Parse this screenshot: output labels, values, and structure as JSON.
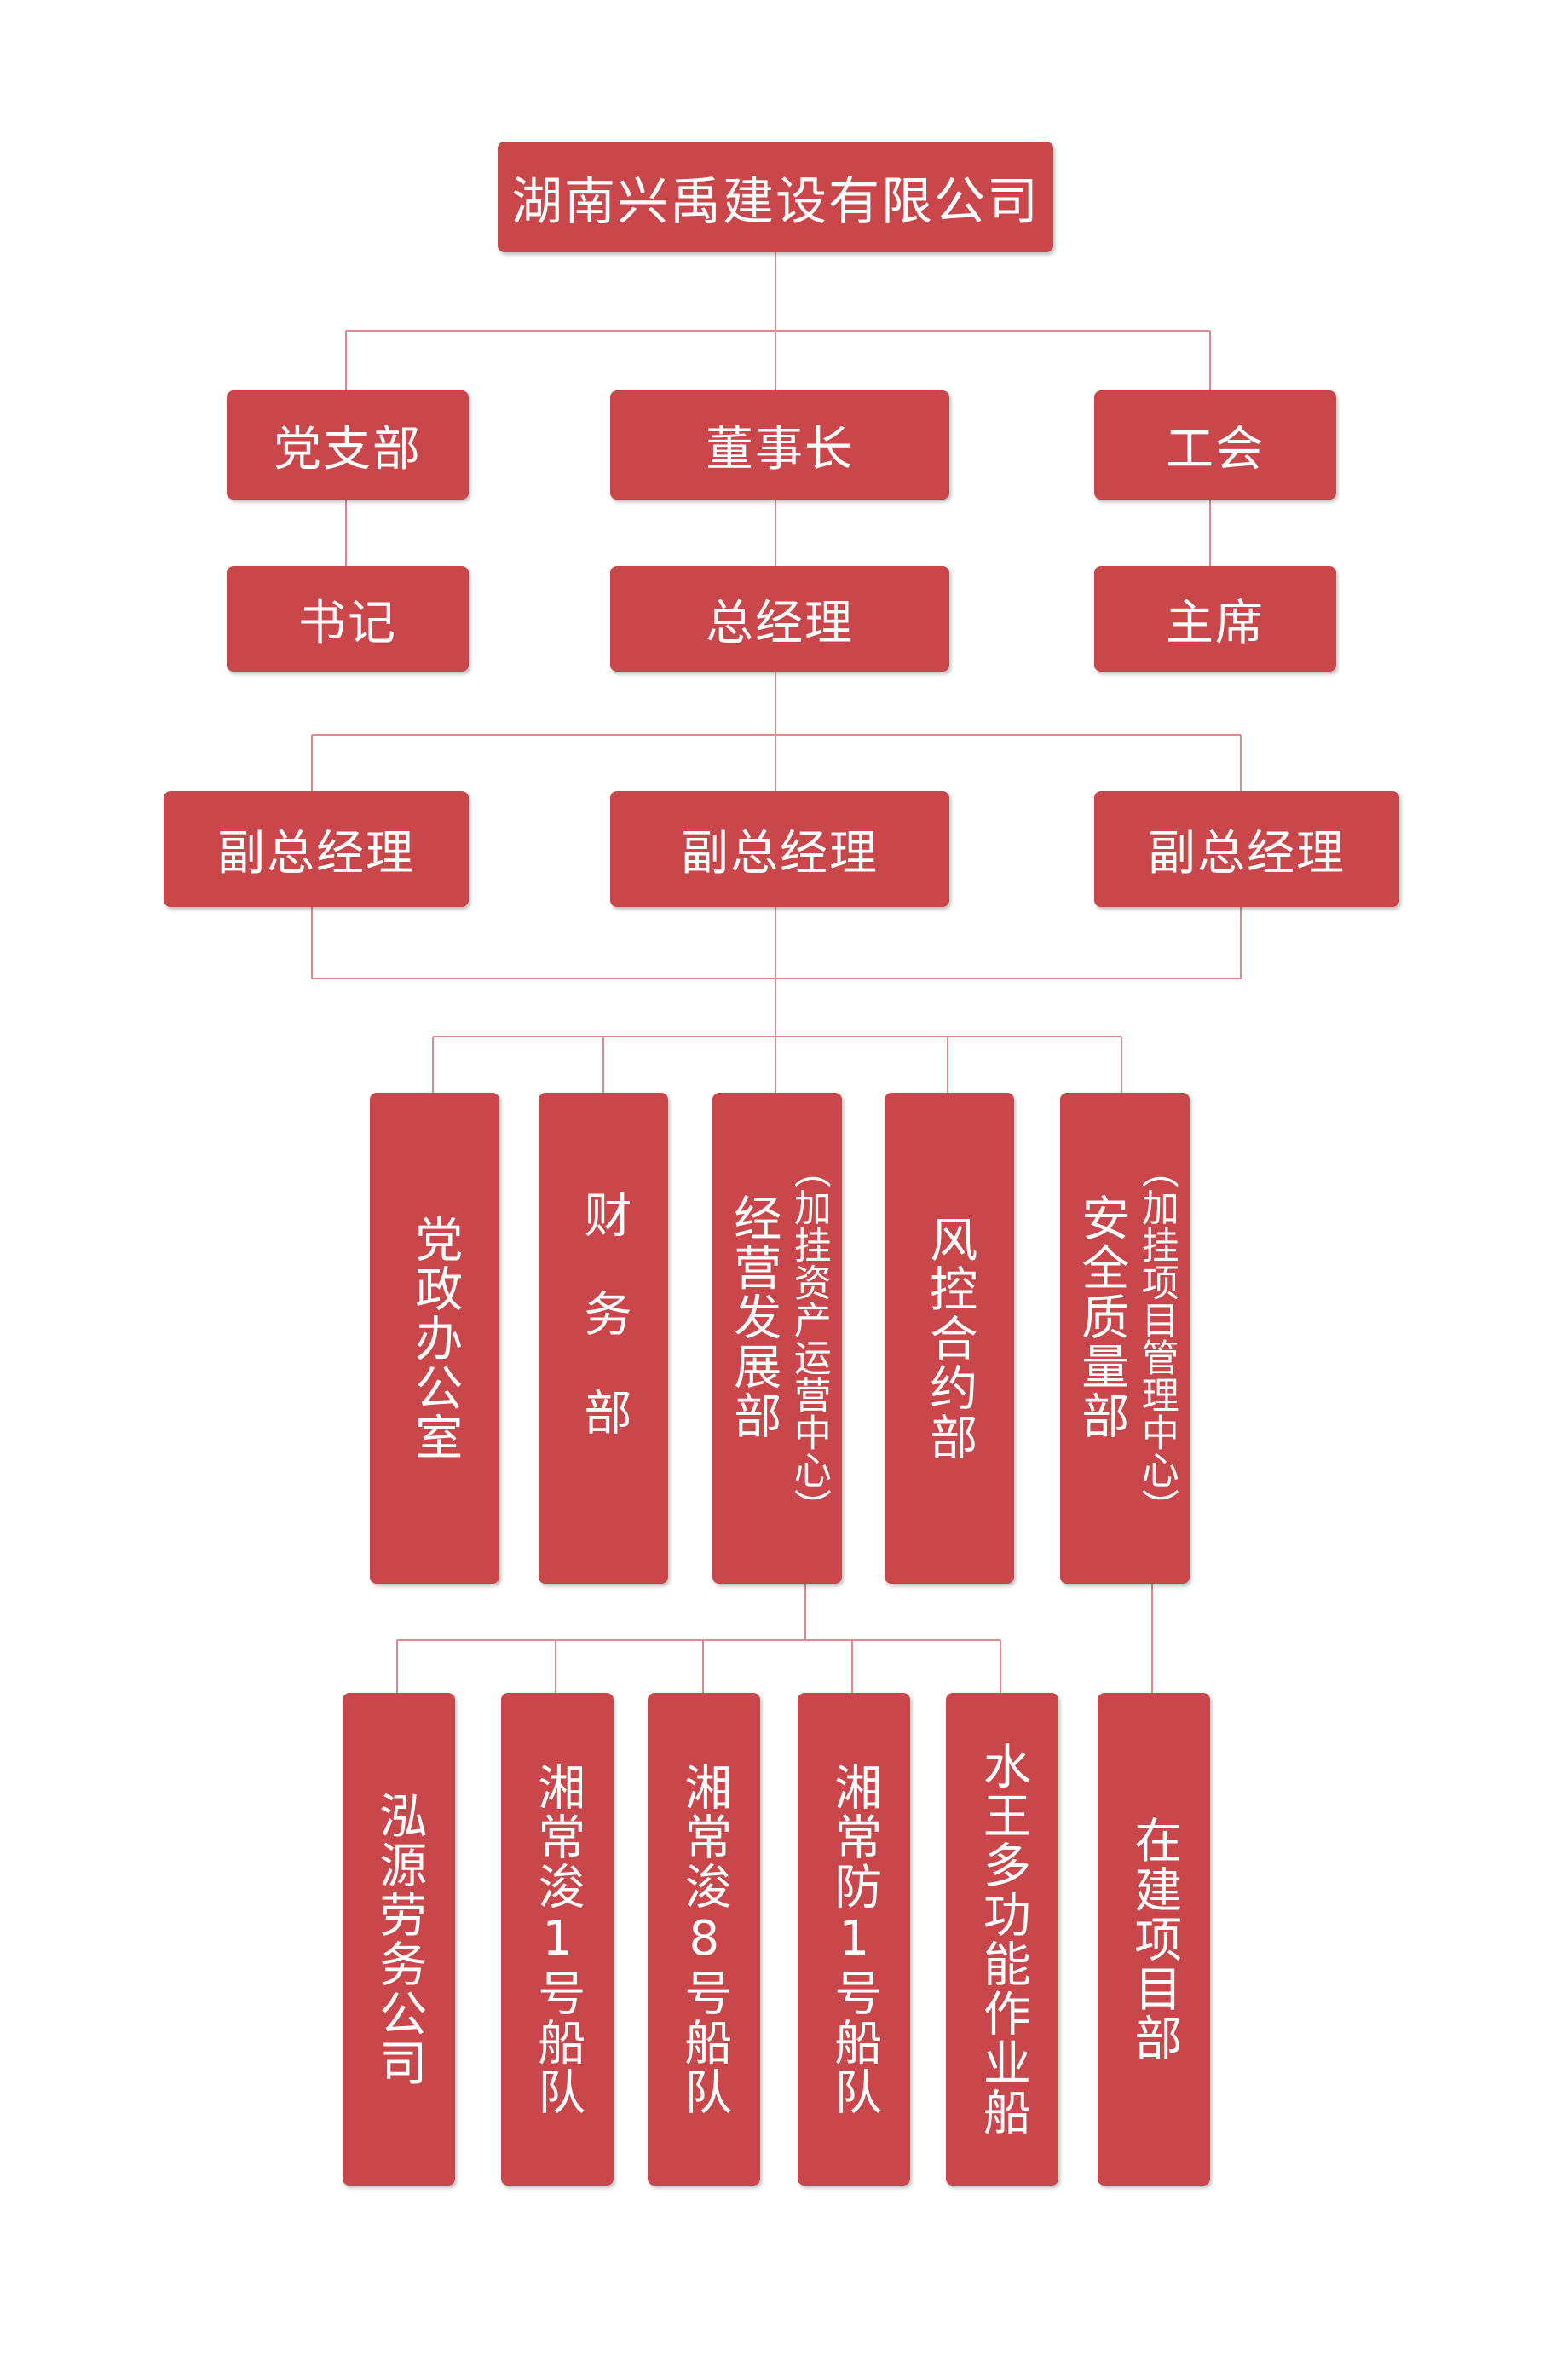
{
  "colors": {
    "box_fill": "#c9464a",
    "line": "#d98a8a",
    "text": "#ffffff"
  },
  "nodes": {
    "company": "湖南兴禹建设有限公司",
    "party_branch": "党支部",
    "chairman": "董事长",
    "union": "工会",
    "secretary": "书记",
    "general_manager": "总经理",
    "union_chair": "主席",
    "deputy_gm_left": "副总经理",
    "deputy_gm_center": "副总经理",
    "deputy_gm_right": "副总经理",
    "dept_party_office": "党政办公室",
    "dept_finance": "财务部",
    "dept_business": "经营发展部",
    "dept_business_note": "（加挂资产运营中心）",
    "dept_risk": "风控合约部",
    "dept_safety": "安全质量部",
    "dept_safety_note": "（加挂项目管理中心）",
    "sub_labor": "泓源劳务公司",
    "sub_dredger1": "湘常浚1号船队",
    "sub_dredger8": "湘常浚8号船队",
    "sub_defense1": "湘常防1号船队",
    "sub_multi": "水王多功能作业船",
    "sub_projects": "在建项目部"
  }
}
